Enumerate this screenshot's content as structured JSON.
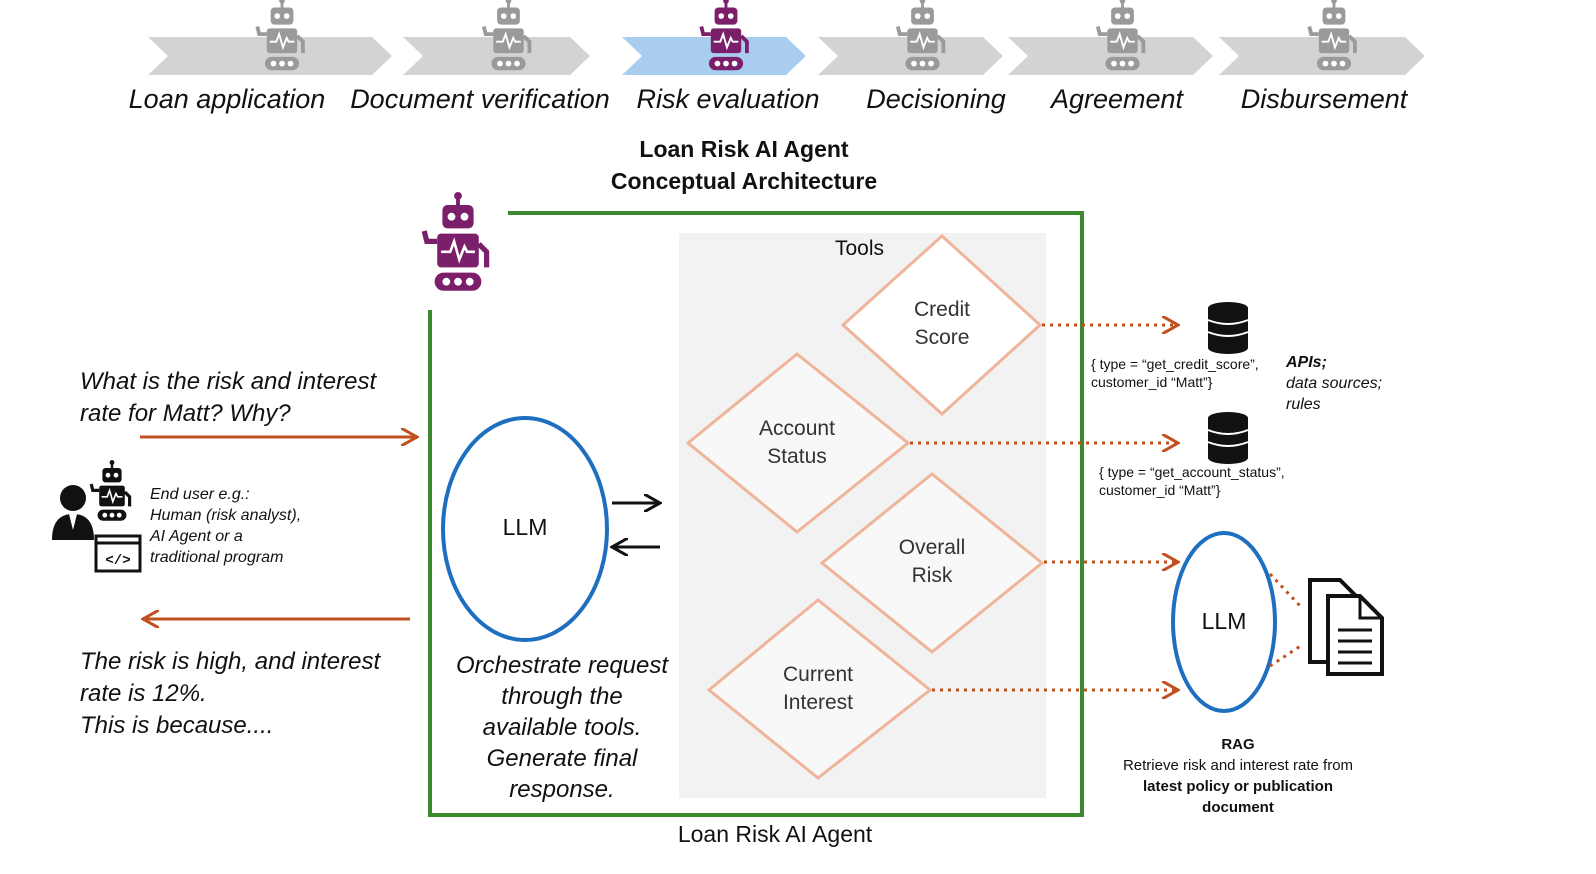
{
  "pipeline": {
    "stages": [
      {
        "label": "Loan  application",
        "active": false
      },
      {
        "label": "Document verification",
        "active": false
      },
      {
        "label": "Risk evaluation",
        "active": true
      },
      {
        "label": "Decisioning",
        "active": false
      },
      {
        "label": "Agreement",
        "active": false
      },
      {
        "label": "Disbursement",
        "active": false
      }
    ]
  },
  "title": {
    "line1": "Loan Risk AI Agent",
    "line2": "Conceptual Architecture"
  },
  "user": {
    "question": [
      "What is the risk and interest",
      "rate for Matt? Why?"
    ],
    "description": [
      "End user e.g.:",
      "Human (risk analyst),",
      "AI Agent or a",
      "traditional program"
    ],
    "answer": [
      "The risk is high, and interest",
      "rate is 12%.",
      "This is because...."
    ]
  },
  "agent": {
    "label": "Loan Risk AI Agent",
    "llm_label": "LLM",
    "orchestrate": [
      "Orchestrate request",
      "through the",
      "available tools.",
      "Generate final",
      "response."
    ],
    "tools_label": "Tools",
    "tools": [
      {
        "lines": [
          "Credit",
          "Score"
        ]
      },
      {
        "lines": [
          "Account",
          "Status"
        ]
      },
      {
        "lines": [
          "Overall",
          "Risk"
        ]
      },
      {
        "lines": [
          "Current",
          "Interest"
        ]
      }
    ]
  },
  "external": {
    "call1": [
      "{ type = “get_credit_score”,",
      "customer_id “Matt”}"
    ],
    "call2": [
      "{ type = “get_account_status”,",
      "customer_id “Matt”}"
    ],
    "sources_note": [
      "APIs;",
      "data sources;",
      "rules"
    ],
    "rag_llm_label": "LLM",
    "rag_title": "RAG",
    "rag_desc_line1": "Retrieve risk and interest rate from",
    "rag_desc_bold": [
      "latest policy or publication",
      "document"
    ]
  },
  "colors": {
    "agent_border": "#3c8a2e",
    "llm_ellipse": "#1f6fc0",
    "orange_arrow": "#c0501f",
    "diamond": "#efb59a",
    "robot_active": "#7b1f6a",
    "stage_active": "#a9cdee",
    "stage_inactive": "#d3d3d3",
    "tools_bg": "#f2f2f2"
  }
}
